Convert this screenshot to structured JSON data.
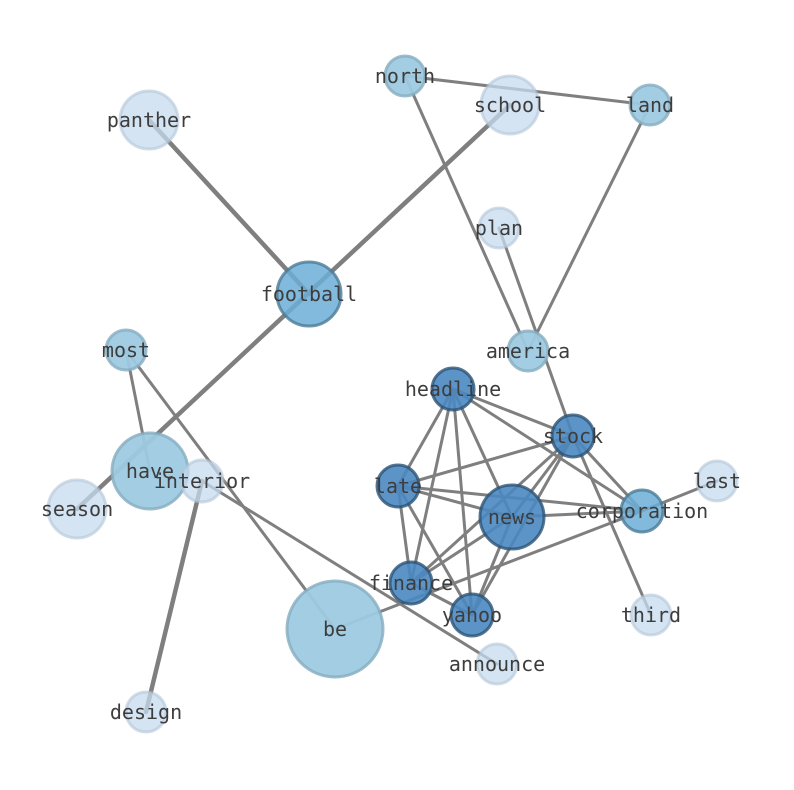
{
  "colors": {
    "edge": "#7f7f7f",
    "level1": "#c6dbef",
    "level2": "#9ecae1",
    "level3": "#6baed6",
    "level4": "#4a88c2",
    "label": "#3d3d3d"
  },
  "nodes": [
    {
      "id": "north",
      "label": "north",
      "weight": 1,
      "level": 2
    },
    {
      "id": "school",
      "label": "school",
      "weight": 3,
      "level": 1
    },
    {
      "id": "land",
      "label": "land",
      "weight": 1,
      "level": 2
    },
    {
      "id": "panther",
      "label": "panther",
      "weight": 3,
      "level": 1
    },
    {
      "id": "plan",
      "label": "plan",
      "weight": 1,
      "level": 1
    },
    {
      "id": "football",
      "label": "football",
      "weight": 4,
      "level": 3
    },
    {
      "id": "most",
      "label": "most",
      "weight": 1,
      "level": 2
    },
    {
      "id": "america",
      "label": "america",
      "weight": 1,
      "level": 2
    },
    {
      "id": "headline",
      "label": "headline",
      "weight": 2,
      "level": 4
    },
    {
      "id": "stock",
      "label": "stock",
      "weight": 2,
      "level": 4
    },
    {
      "id": "last",
      "label": "last",
      "weight": 1,
      "level": 1
    },
    {
      "id": "have",
      "label": "have",
      "weight": 6,
      "level": 2
    },
    {
      "id": "interior",
      "label": "interior",
      "weight": 2,
      "level": 1
    },
    {
      "id": "late",
      "label": "late",
      "weight": 2,
      "level": 4
    },
    {
      "id": "news",
      "label": "news",
      "weight": 4,
      "level": 4
    },
    {
      "id": "corporation",
      "label": "corporation",
      "weight": 2,
      "level": 3
    },
    {
      "id": "season",
      "label": "season",
      "weight": 3,
      "level": 1
    },
    {
      "id": "finance",
      "label": "finance",
      "weight": 2,
      "level": 4
    },
    {
      "id": "yahoo",
      "label": "yahoo",
      "weight": 2,
      "level": 4
    },
    {
      "id": "third",
      "label": "third",
      "weight": 1,
      "level": 1
    },
    {
      "id": "be",
      "label": "be",
      "weight": 9,
      "level": 2
    },
    {
      "id": "announce",
      "label": "announce",
      "weight": 1,
      "level": 1
    },
    {
      "id": "design",
      "label": "design",
      "weight": 1,
      "level": 1
    }
  ],
  "edges": [
    {
      "source": "north",
      "target": "land",
      "weight": 1
    },
    {
      "source": "north",
      "target": "america",
      "weight": 1
    },
    {
      "source": "land",
      "target": "america",
      "weight": 1
    },
    {
      "source": "panther",
      "target": "football",
      "weight": 2
    },
    {
      "source": "school",
      "target": "season",
      "weight": 2
    },
    {
      "source": "plan",
      "target": "stock",
      "weight": 1
    },
    {
      "source": "most",
      "target": "have",
      "weight": 1
    },
    {
      "source": "most",
      "target": "be",
      "weight": 1
    },
    {
      "source": "interior",
      "target": "design",
      "weight": 2
    },
    {
      "source": "interior",
      "target": "announce",
      "weight": 1
    },
    {
      "source": "headline",
      "target": "stock",
      "weight": 1
    },
    {
      "source": "headline",
      "target": "late",
      "weight": 1
    },
    {
      "source": "headline",
      "target": "news",
      "weight": 1
    },
    {
      "source": "headline",
      "target": "corporation",
      "weight": 1
    },
    {
      "source": "headline",
      "target": "finance",
      "weight": 1
    },
    {
      "source": "headline",
      "target": "yahoo",
      "weight": 1
    },
    {
      "source": "stock",
      "target": "late",
      "weight": 1
    },
    {
      "source": "stock",
      "target": "news",
      "weight": 1
    },
    {
      "source": "stock",
      "target": "finance",
      "weight": 1
    },
    {
      "source": "stock",
      "target": "yahoo",
      "weight": 1
    },
    {
      "source": "stock",
      "target": "corporation",
      "weight": 1
    },
    {
      "source": "stock",
      "target": "third",
      "weight": 1
    },
    {
      "source": "late",
      "target": "news",
      "weight": 1
    },
    {
      "source": "late",
      "target": "corporation",
      "weight": 1
    },
    {
      "source": "late",
      "target": "finance",
      "weight": 1
    },
    {
      "source": "late",
      "target": "yahoo",
      "weight": 1
    },
    {
      "source": "news",
      "target": "corporation",
      "weight": 1
    },
    {
      "source": "news",
      "target": "finance",
      "weight": 1
    },
    {
      "source": "news",
      "target": "yahoo",
      "weight": 1
    },
    {
      "source": "corporation",
      "target": "last",
      "weight": 1
    },
    {
      "source": "corporation",
      "target": "be",
      "weight": 1
    },
    {
      "source": "finance",
      "target": "yahoo",
      "weight": 1
    }
  ]
}
